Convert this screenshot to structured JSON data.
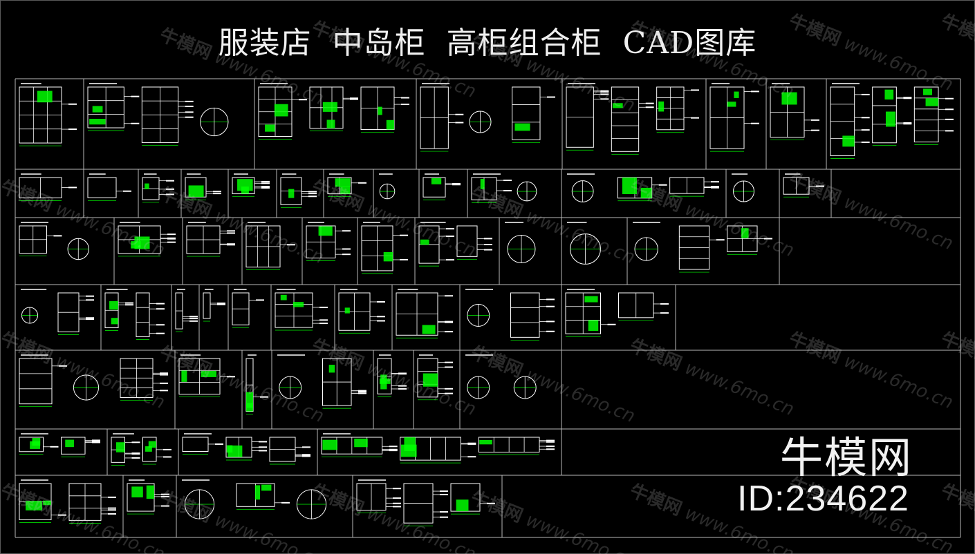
{
  "title": "服装店  中岛柜  高柜组合柜  CAD图库",
  "brand": {
    "name": "牛模网",
    "id_text": "ID:234622"
  },
  "watermark": {
    "name": "牛模网",
    "url": "www.6mo.cn"
  },
  "colors": {
    "background": "#000000",
    "grid_line": "#b9b9b9",
    "drawing_line": "#ffffff",
    "accent": "#00ff00",
    "annotation": "#ffffff"
  }
}
